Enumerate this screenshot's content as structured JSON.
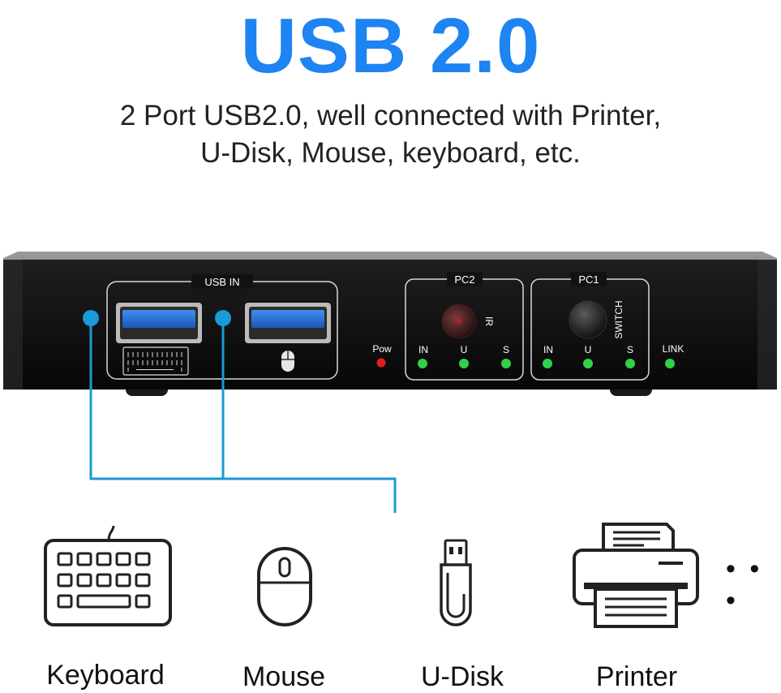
{
  "header": {
    "title": "USB 2.0",
    "subtitle_line1": "2 Port USB2.0, well connected with Printer,",
    "subtitle_line2": "U-Disk, Mouse, keyboard, etc."
  },
  "device": {
    "usb_in_label": "USB IN",
    "pc2_label": "PC2",
    "pc1_label": "PC1",
    "pow_label": "Pow",
    "ir_label": "IR",
    "switch_label": "SWITCH",
    "link_label": "LINK",
    "pc2_leds": [
      "IN",
      "U",
      "S"
    ],
    "pc1_leds": [
      "IN",
      "U",
      "S"
    ]
  },
  "devices": {
    "keyboard": "Keyboard",
    "mouse": "Mouse",
    "udisk": "U-Disk",
    "printer": "Printer",
    "more": "• • •"
  },
  "colors": {
    "accent": "#1d84f2",
    "connector_line": "#1a9ad6",
    "led_green": "#2fd14a",
    "led_red": "#e02020",
    "usb_port_blue": "#2a6fd6",
    "chassis": "#111111"
  }
}
